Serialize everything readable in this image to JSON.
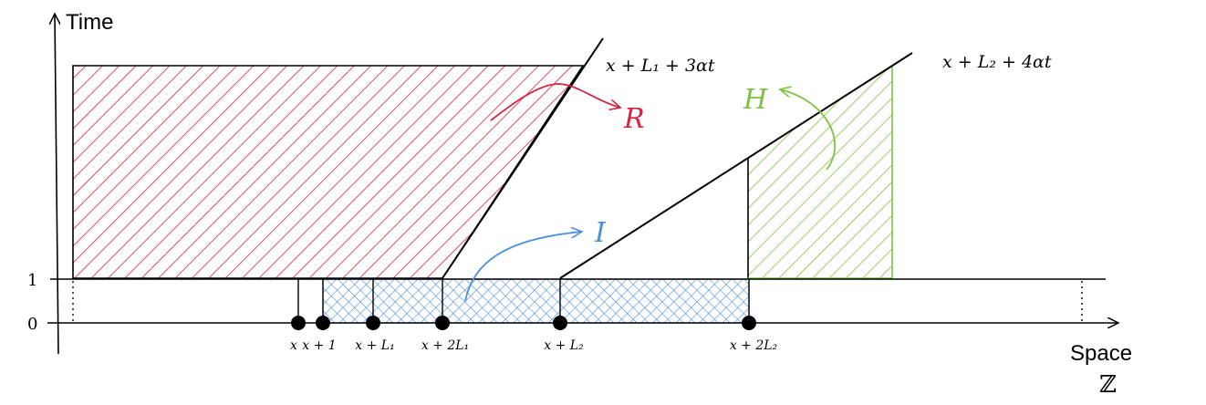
{
  "axes": {
    "y_label": "Time",
    "x_label": "Space",
    "x_set": "ℤ",
    "y_tick_one": "1",
    "y_tick_zero": "0"
  },
  "lines": {
    "line1": "x + L₁ + 3αt",
    "line2": "x + L₂ + 4αt"
  },
  "regions": {
    "R": "R",
    "I": "I",
    "H": "H"
  },
  "points": [
    {
      "id": "p-x",
      "label": "x"
    },
    {
      "id": "p-x1",
      "label": "x + 1"
    },
    {
      "id": "p-xl1",
      "label": "x + L₁"
    },
    {
      "id": "p-x2l1",
      "label": "x + 2L₁"
    },
    {
      "id": "p-xl2",
      "label": "x + L₂"
    },
    {
      "id": "p-x2l2",
      "label": "x + 2L₂"
    }
  ],
  "colors": {
    "R": "#d6233f",
    "I": "#4a90d9",
    "H": "#7ec242",
    "ink": "#000000"
  }
}
